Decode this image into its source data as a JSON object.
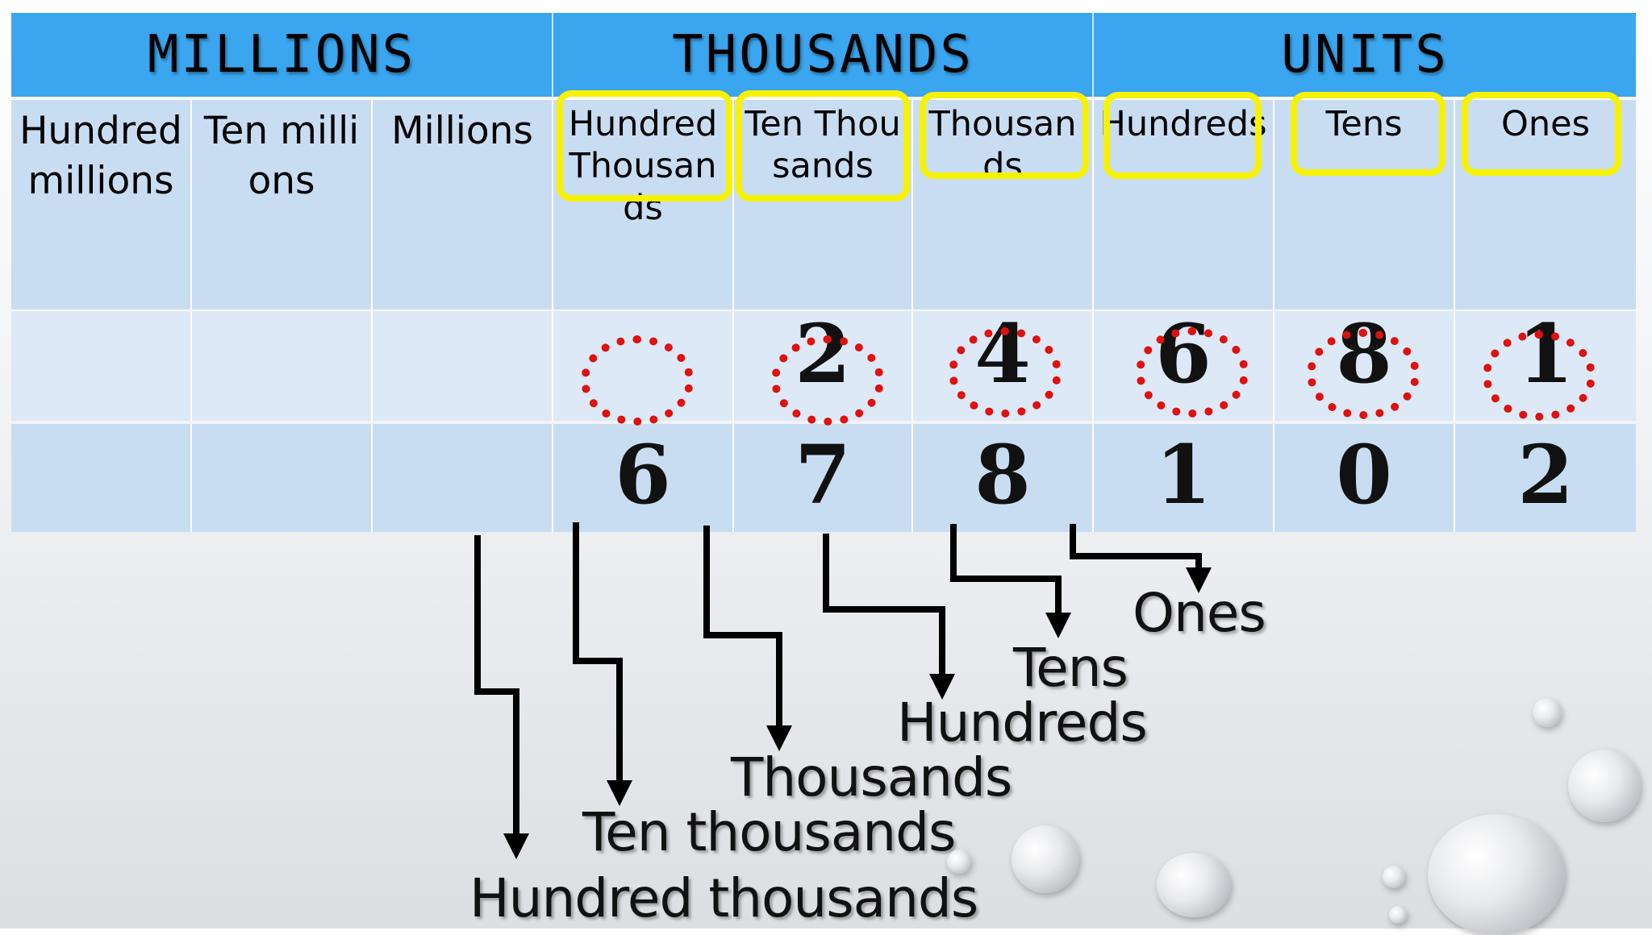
{
  "groups": [
    "MILLIONS",
    "THOUSANDS",
    "UNITS"
  ],
  "place_headers": [
    "Hundred millions",
    "Ten millions",
    "Millions",
    "Hundred Thousands",
    "Ten Thousands",
    "Thousands",
    "Hundreds",
    "Tens",
    "Ones"
  ],
  "row1_digits": [
    "",
    "",
    "",
    "",
    "2",
    "4",
    "6",
    "8",
    "1"
  ],
  "row2_digits": [
    "",
    "",
    "",
    "6",
    "7",
    "8",
    "1",
    "0",
    "2"
  ],
  "place_labels": [
    "Ones",
    "Tens",
    "Hundreds",
    "Thousands",
    "Ten thousands",
    "Hundred thousands"
  ],
  "colors": {
    "header_blue": "#3aa6f0",
    "cell_blue": "#c9ddf2",
    "highlight_yellow": "#f7f200",
    "circle_red": "#e01010"
  }
}
